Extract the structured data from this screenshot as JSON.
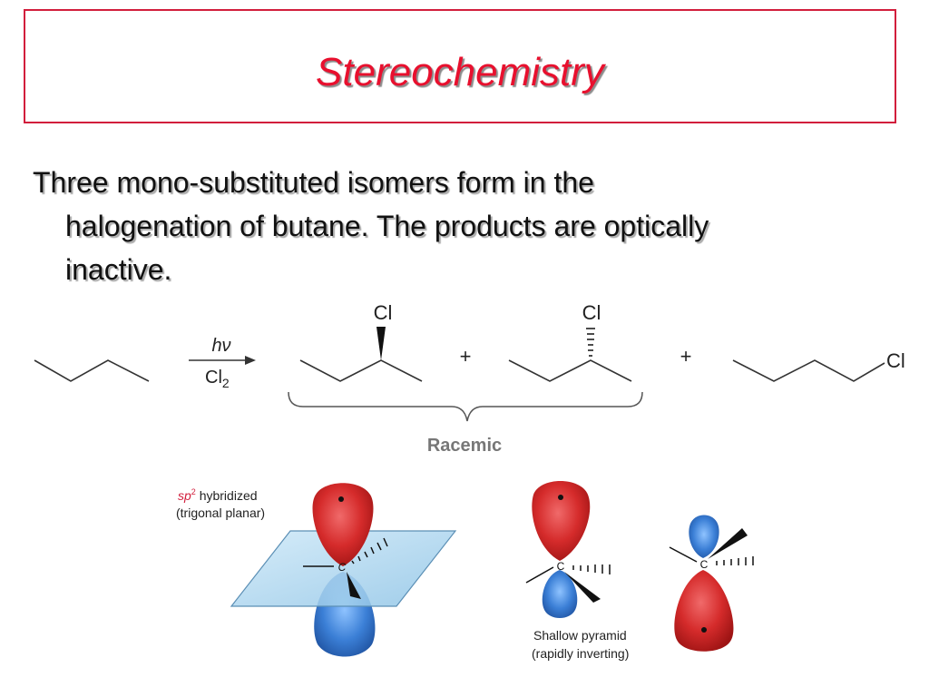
{
  "slide": {
    "title": "Stereochemistry",
    "body_line1": "Three mono-substituted isomers form in the",
    "body_line2": "halogenation of butane. The products are optically",
    "body_line3": "inactive."
  },
  "reaction": {
    "condition_top": "hν",
    "condition_bottom": "Cl",
    "condition_bottom_sub": "2",
    "substituent": "Cl",
    "plus": "+",
    "brace_label": "Racemic"
  },
  "orbitals": {
    "sp2_prefix": "sp",
    "sp2_sup": "2",
    "sp2_rest": " hybridized",
    "sp2_line2": "(trigonal planar)",
    "carbon": "C",
    "pyramid_line1": "Shallow pyramid",
    "pyramid_line2": "(rapidly inverting)"
  },
  "colors": {
    "title": "#e8102e",
    "border": "#d21e3c",
    "lobe_red": "#d52b2b",
    "lobe_blue": "#3b7fd6",
    "plane": "#a9d3ee",
    "brace_label": "#777777"
  }
}
